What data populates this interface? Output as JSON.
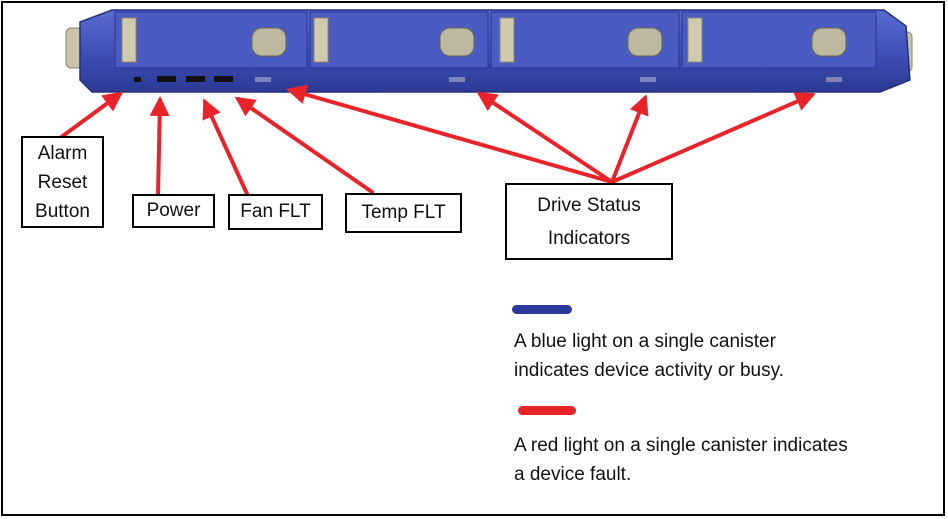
{
  "labels": {
    "alarm_reset": [
      "Alarm",
      "Reset",
      "Button"
    ],
    "power": "Power",
    "fan_flt": "Fan FLT",
    "temp_flt": "Temp FLT",
    "drive_status": [
      "Drive Status",
      "Indicators"
    ]
  },
  "legend": {
    "blue": {
      "color": "#2b3a9a",
      "text_line1": "A blue light on a single canister",
      "text_line2": "indicates device activity or busy."
    },
    "red": {
      "color": "#e8232a",
      "text_line1": "A red light on a single canister indicates",
      "text_line2": "a device fault."
    }
  },
  "colors": {
    "arrow": "#e8232a",
    "chassis": "#3f50b8",
    "chassis_dark": "#2c3a94",
    "handle": "#c9c3a8"
  }
}
